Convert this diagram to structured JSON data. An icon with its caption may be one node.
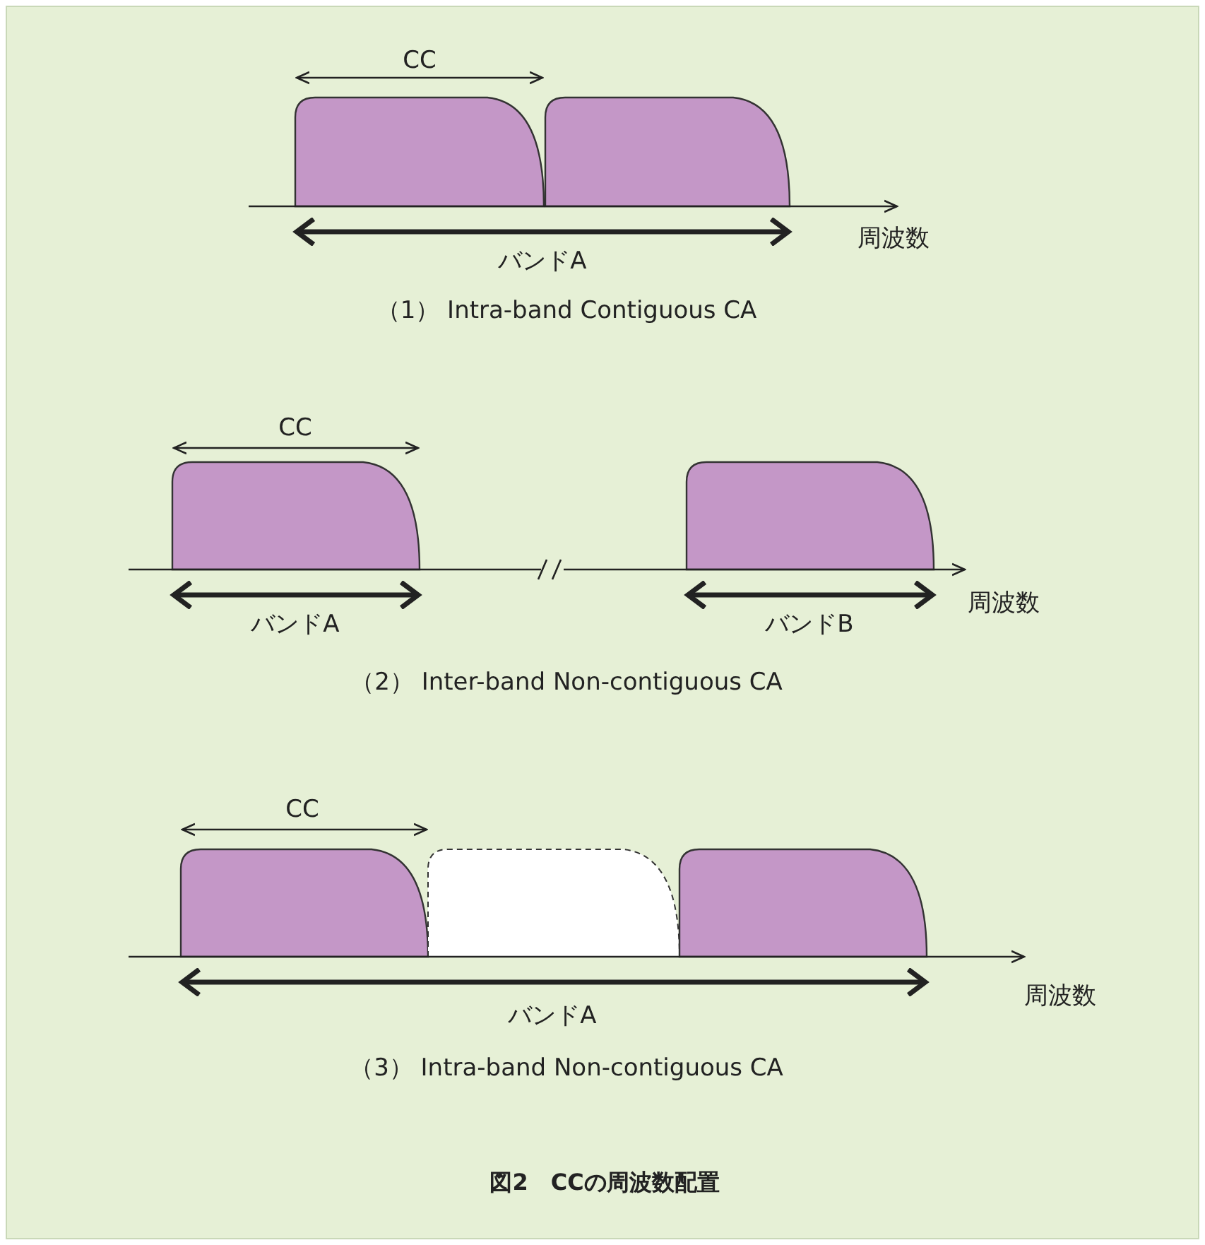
{
  "diagram": {
    "caption": "図2　CCの周波数配置",
    "labels": [
      "CC",
      "周波数",
      "バンドA",
      "（1） Intra-band Contiguous CA",
      "CC",
      "周波数",
      "バンドA",
      "バンドB",
      "（2） Inter-band Non-contiguous CA",
      "CC",
      "周波数",
      "バンドA",
      "（3） Intra-band Non-contiguous CA"
    ]
  }
}
